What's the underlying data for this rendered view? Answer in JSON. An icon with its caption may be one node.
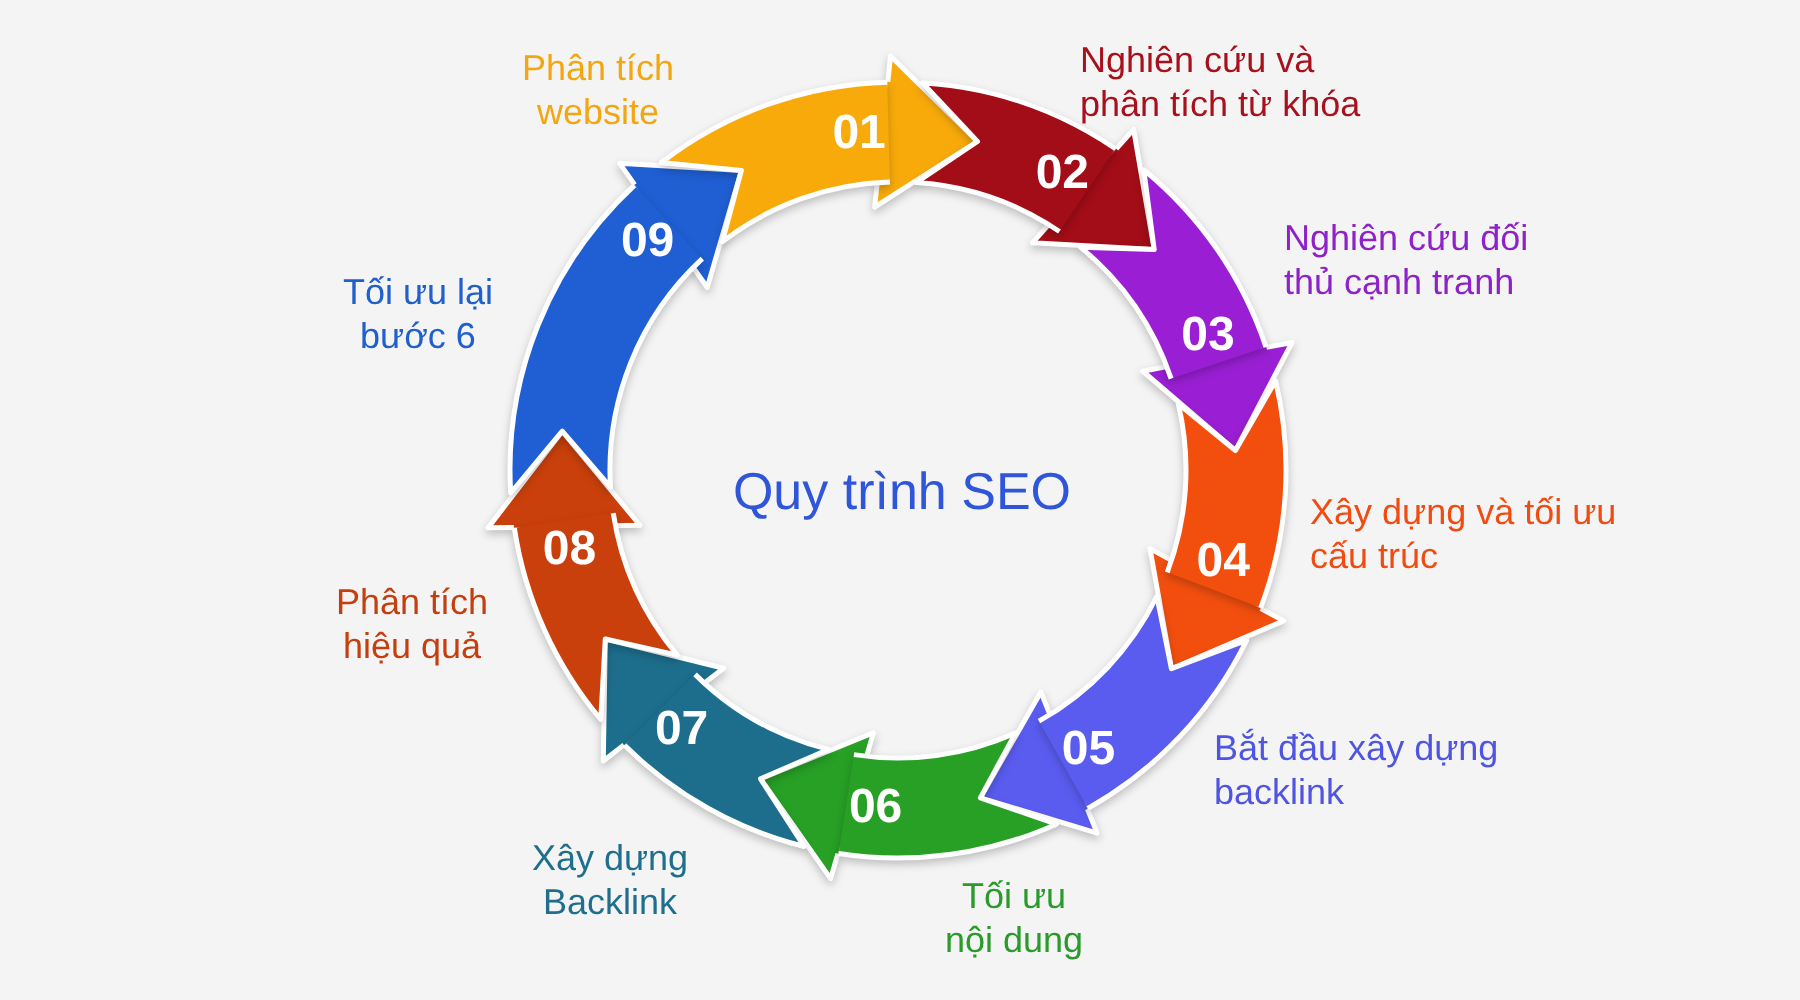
{
  "diagram": {
    "title": "Quy trình SEO",
    "nodes": [
      {
        "text": [
          "01"
        ],
        "beside": [
          "Phân tích website"
        ]
      },
      {
        "text": [
          "02"
        ],
        "beside": [
          "Nghiên cứu và phân tích từ khóa"
        ]
      },
      {
        "text": [
          "03"
        ],
        "beside": [
          "Nghiên cứu đối thủ cạnh tranh"
        ]
      },
      {
        "text": [
          "04"
        ],
        "beside": [
          "Xây dựng và tối ưu cấu trúc"
        ]
      },
      {
        "text": [
          "05"
        ],
        "beside": [
          "Bắt đầu xây dựng backlink"
        ]
      },
      {
        "text": [
          "06"
        ],
        "beside": [
          "Tối ưu nội dung"
        ]
      },
      {
        "text": [
          "07"
        ],
        "beside": [
          "Xây dựng Backlink"
        ]
      },
      {
        "text": [
          "08"
        ],
        "beside": [
          "Phân tích hiệu quả"
        ]
      },
      {
        "text": [
          "09"
        ],
        "beside": [
          "Tối ưu lại bước 6"
        ]
      }
    ],
    "edges": [
      {
        "from": 0,
        "to": 1,
        "arrow": "to",
        "color": "#f8aa0a"
      },
      {
        "from": 1,
        "to": 2,
        "arrow": "to",
        "color": "#a30d17"
      },
      {
        "from": 2,
        "to": 3,
        "arrow": "to",
        "color": "#9a1fd4"
      },
      {
        "from": 3,
        "to": 4,
        "arrow": "to",
        "color": "#f24f0f"
      },
      {
        "from": 4,
        "to": 5,
        "arrow": "to",
        "color": "#5a5cf0"
      },
      {
        "from": 5,
        "to": 6,
        "arrow": "to",
        "color": "#27a025"
      },
      {
        "from": 6,
        "to": 7,
        "arrow": "to",
        "color": "#1d6e8c"
      },
      {
        "from": 7,
        "to": 8,
        "arrow": "to",
        "color": "#c9400c"
      },
      {
        "from": 8,
        "to": 0,
        "arrow": "to",
        "color": "#1f5fd3"
      }
    ]
  }
}
